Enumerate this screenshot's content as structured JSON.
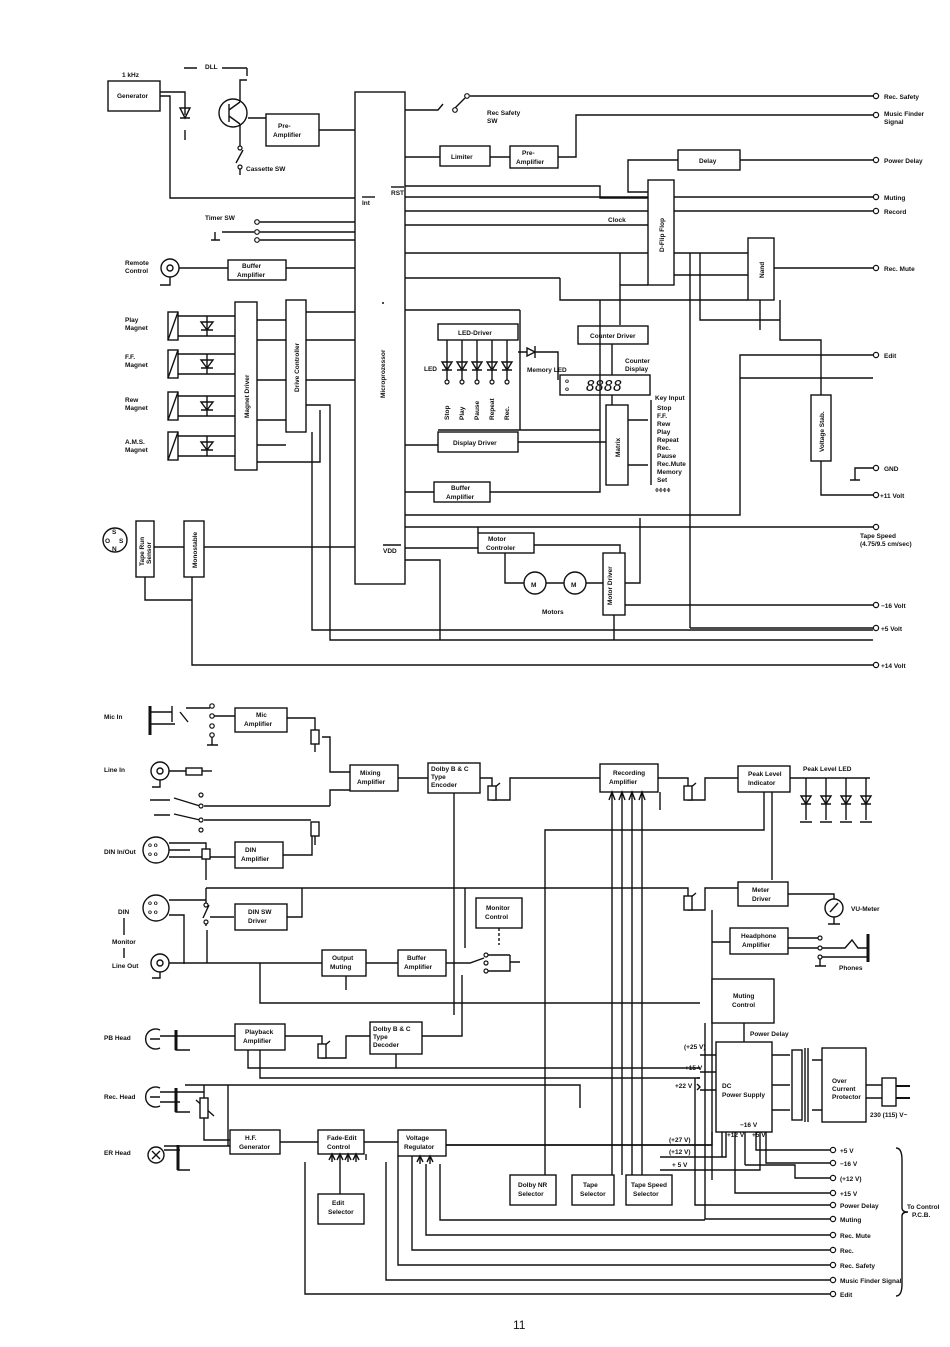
{
  "top": {
    "generator_freq": "1 kHz",
    "generator": "Generator",
    "dll": "DLL",
    "pre_amp1": [
      "Pre-",
      "Amplifier"
    ],
    "cassette_sw": "Cassette SW",
    "timer_sw": "Timer SW",
    "remote_control": [
      "Remote",
      "Control"
    ],
    "buffer_amp1": [
      "Buffer",
      "Amplifier"
    ],
    "magnets": [
      [
        "Play",
        "Magnet"
      ],
      [
        "F.F.",
        "Magnet"
      ],
      [
        "Rew",
        "Magnet"
      ],
      [
        "A.M.S.",
        "Magnet"
      ]
    ],
    "magnet_driver": "Magnet Driver",
    "drive_controller": "Drive Controller",
    "tape_run_sensor": [
      "Tape Run",
      "Sensor"
    ],
    "monostable": "Monostable",
    "sos": [
      "S",
      "O",
      "S",
      "N"
    ],
    "microprocessor": "Microprozessor",
    "int": "Int",
    "rst": "RST",
    "vdd": "VDD",
    "rec_safety_sw": [
      "Rec Safety",
      "SW"
    ],
    "limiter": "Limiter",
    "pre_amp2": [
      "Pre-",
      "Amplifier"
    ],
    "delay": "Delay",
    "clock": "Clock",
    "d_flip_flop": "D-Flip Flop",
    "nand": "Nand",
    "led_driver": "LED-Driver",
    "led": "LED",
    "memory_led": "Memory LED",
    "counter_driver": "Counter Driver",
    "counter_display": [
      "Counter",
      "Display"
    ],
    "counter_digits": "8888",
    "led_labels": [
      "Stop",
      "Play",
      "Pause",
      "Repeat",
      "Rec."
    ],
    "display_driver": "Display Driver",
    "matrix": "Matrix",
    "key_input": [
      "Key Input",
      "Stop",
      "F.F.",
      "Rew",
      "Play",
      "Repeat",
      "Rec.",
      "Pause",
      "Rec.Mute",
      "Memory",
      "Set"
    ],
    "buffer_amp2": [
      "Buffer",
      "Amplifier"
    ],
    "motor_controller": [
      "Motor",
      "Controler"
    ],
    "motors": "Motors",
    "motor_driver": "Motor Driver",
    "voltage_stab": "Voltage Stab.",
    "outputs": [
      "Rec. Safety",
      "Music Finder",
      "Signal",
      "Power Delay",
      "Muting",
      "Record",
      "Rec. Mute",
      "Edit",
      "GND",
      "+11 Volt"
    ],
    "tape_speed": [
      "Tape Speed",
      "(4.75/9.5 cm/sec)"
    ],
    "supplies": [
      "−16 Volt",
      "+5 Volt",
      "+14 Volt"
    ]
  },
  "bottom": {
    "mic_in": "Mic In",
    "mic_amp": [
      "Mic",
      "Amplifier"
    ],
    "line_in": "Line In",
    "din_in_out": "DIN In/Out",
    "din_amp": [
      "DIN",
      "Amplifier"
    ],
    "din_monitor_line": [
      "DIN",
      "Monitor",
      "Line Out"
    ],
    "din_sw_driver": [
      "DIN SW",
      "Driver"
    ],
    "mixing_amp": [
      "Mixing",
      "Amplifier"
    ],
    "dolby_encoder": [
      "Dolby B & C",
      "Type",
      "Encoder"
    ],
    "recording_amp": [
      "Recording",
      "Amplifier"
    ],
    "peak_level_indicator": [
      "Peak Level",
      "Indicator"
    ],
    "peak_level_led": "Peak Level LED",
    "meter_driver": [
      "Meter",
      "Driver"
    ],
    "vu_meter": "VU-Meter",
    "headphone_amp": [
      "Headphone",
      "Amplifier"
    ],
    "phones": "Phones",
    "monitor_control": [
      "Monitor",
      "Control"
    ],
    "output_muting": [
      "Output",
      "Muting"
    ],
    "buffer_amp": [
      "Buffer",
      "Amplifier"
    ],
    "muting_control": [
      "Muting",
      "Control"
    ],
    "power_delay": "Power Delay",
    "pb_head": "PB Head",
    "playback_amp": [
      "Playback",
      "Amplifier"
    ],
    "dolby_decoder": [
      "Dolby B & C",
      "Type",
      "Decoder"
    ],
    "dc_power_supply": [
      "DC",
      "Power Supply"
    ],
    "over_current": [
      "Over",
      "Current",
      "Protector"
    ],
    "mains": "230 (115) V~",
    "rec_head": "Rec. Head",
    "er_head": "ER Head",
    "hf_generator": [
      "H.F.",
      "Generator"
    ],
    "fade_edit": [
      "Fade-Edit",
      "Control"
    ],
    "voltage_regulator": [
      "Voltage",
      "Regulator"
    ],
    "edit_selector": [
      "Edit",
      "Selector"
    ],
    "dolby_nr_selector": [
      "Dolby NR",
      "Selector"
    ],
    "tape_selector": [
      "Tape",
      "Selector"
    ],
    "tape_speed_selector": [
      "Tape Speed",
      "Selector"
    ],
    "psu_labels": [
      "(+25 V)",
      "+15 V",
      "+22 V",
      "−16 V",
      "+12 V",
      "+5 V",
      "(+27 V)",
      "(+12 V)",
      "+ 5 V"
    ],
    "bus": [
      "+5 V",
      "−16 V",
      "(+12 V)",
      "+15 V",
      "Power Delay",
      "Muting",
      "Rec. Mute",
      "Rec.",
      "Rec. Safety",
      "Music Finder Signal",
      "Edit"
    ],
    "to_control": [
      "To Control",
      "P.C.B."
    ]
  },
  "page_number": "11"
}
